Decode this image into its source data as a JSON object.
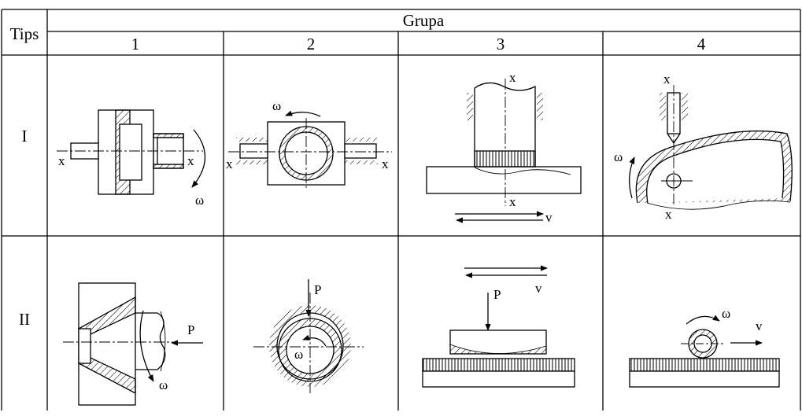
{
  "table": {
    "corner_header": "Tips",
    "group_header": "Grupa",
    "columns": [
      "1",
      "2",
      "3",
      "4"
    ],
    "rows": [
      "I",
      "II"
    ]
  },
  "symbols": {
    "axis": "x",
    "angular_velocity": "ω",
    "force": "P",
    "velocity": "v"
  }
}
